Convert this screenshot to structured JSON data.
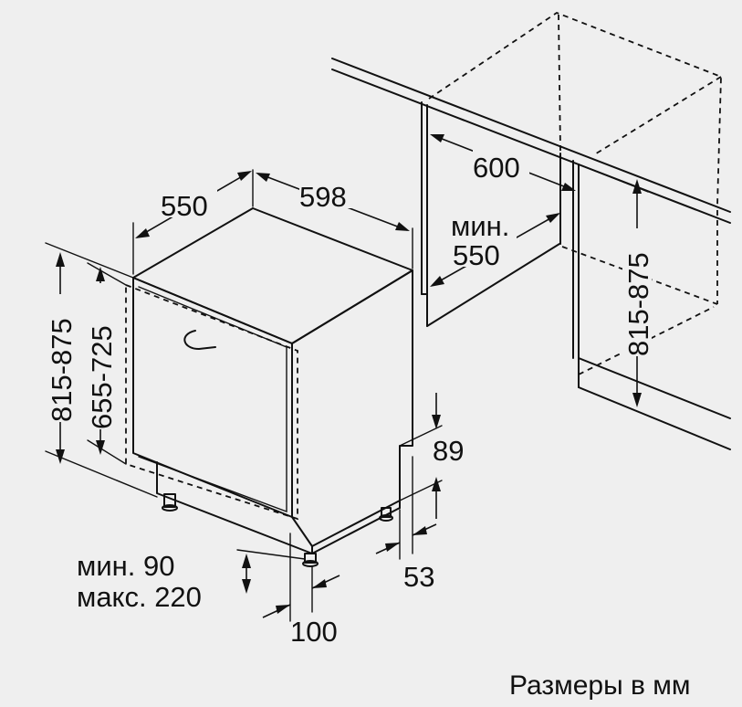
{
  "dimensions": {
    "width_front": "598",
    "depth_side": "550",
    "total_height": "815-875",
    "door_height": "655-725",
    "niche_width": "600",
    "niche_depth_min_prefix": "мин.",
    "niche_depth_min_value": "550",
    "niche_height": "815-875",
    "plinth_height": "89",
    "plinth_depth": "53",
    "plinth_range_min": "мин. 90",
    "plinth_range_max": "макс. 220",
    "foot_offset": "100"
  },
  "caption": "Размеры в мм"
}
